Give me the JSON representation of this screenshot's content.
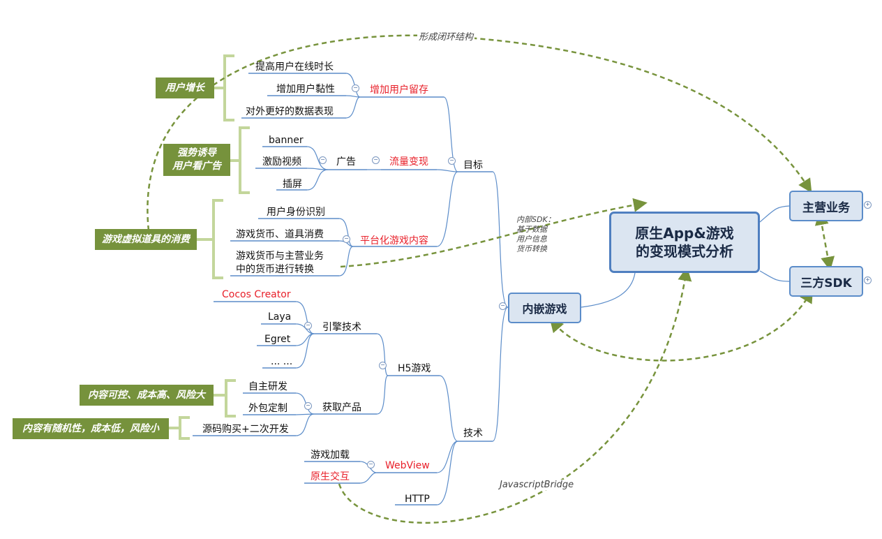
{
  "central": {
    "line1": "原生App&游戏",
    "line2": "的变现模式分析"
  },
  "main_business": "主营业务",
  "third_sdk": "三方SDK",
  "embedded_games": "内嵌游戏",
  "goal": {
    "label": "目标",
    "retention": {
      "label": "增加用户留存",
      "items": [
        "提高用户在线时长",
        "增加用户黏性",
        "对外更好的数据表现"
      ]
    },
    "traffic": {
      "label": "流量变现",
      "ads": {
        "label": "广告",
        "items": [
          "banner",
          "激励视频",
          "插屏"
        ]
      }
    },
    "platform": {
      "label": "平台化游戏内容",
      "items": [
        "用户身份识别",
        "游戏货币、道具消费"
      ],
      "multi_line": [
        "游戏货币与主营业务",
        "中的货币进行转换"
      ]
    }
  },
  "tech": {
    "label": "技术",
    "h5": {
      "label": "H5游戏",
      "engine": {
        "label": "引擎技术",
        "items": [
          "Cocos Creator",
          "Laya",
          "Egret",
          "... ..."
        ]
      },
      "acquire": {
        "label": "获取产品",
        "items": [
          "自主研发",
          "外包定制",
          "源码购买+二次开发"
        ]
      }
    },
    "webview": {
      "label": "WebView",
      "items": [
        "游戏加载",
        "原生交互"
      ]
    },
    "http": "HTTP"
  },
  "annotations": {
    "user_growth": "用户增长",
    "force_ads": [
      "强势诱导",
      "用户看广告"
    ],
    "virtual_items": "游戏虚拟道具的消费",
    "controllable": "内容可控、成本高、风险大",
    "random": "内容有随机性，成本低，风险小"
  },
  "notes": {
    "closed_loop": "形成闭环结构",
    "inner_sdk": [
      "内部SDK：",
      "基于数据",
      "用户信息",
      "货币转换"
    ],
    "bridge": "JavascriptBridge"
  },
  "colors": {
    "branch": "#5b8cc9",
    "bracket": "#c3d69b",
    "dashed": "#77933c",
    "red_text": "#e8202a",
    "green_fill": "#76923c"
  }
}
